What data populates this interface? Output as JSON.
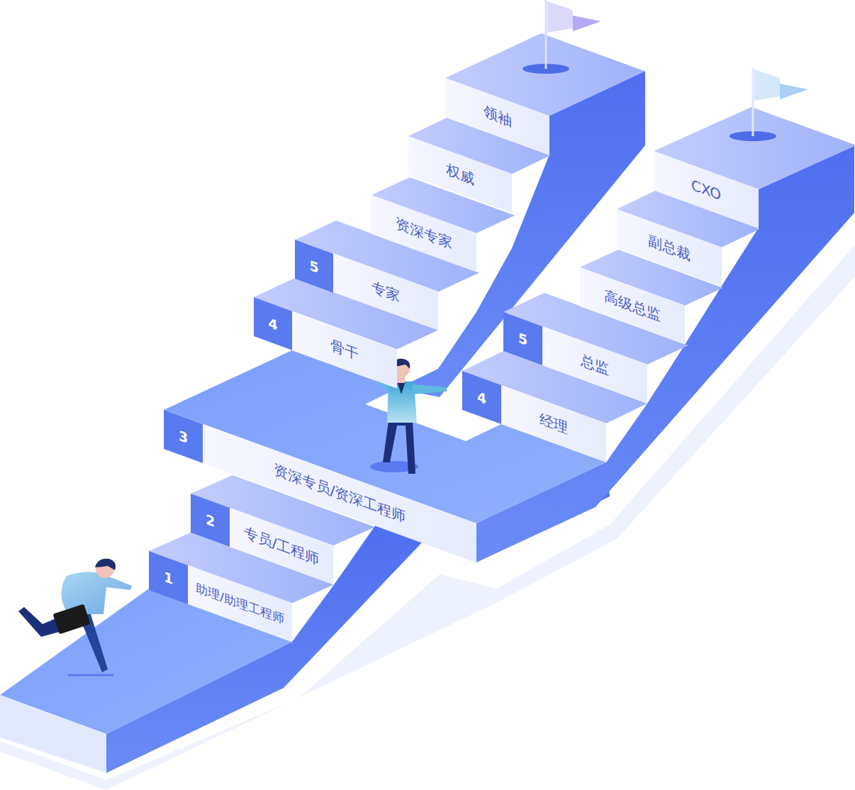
{
  "diagram": {
    "nodes": [
      {
        "text": [
          "1"
        ]
      },
      {
        "text": [
          "助理/助理工程师"
        ]
      },
      {
        "text": [
          "2"
        ]
      },
      {
        "text": [
          "专员/工程师"
        ]
      },
      {
        "text": [
          "3"
        ]
      },
      {
        "text": [
          "资深专员/资深工程师"
        ]
      },
      {
        "text": [
          "4"
        ]
      },
      {
        "text": [
          "骨干"
        ]
      },
      {
        "text": [
          "5"
        ]
      },
      {
        "text": [
          "专家"
        ]
      },
      {
        "text": [
          "资深专家"
        ]
      },
      {
        "text": [
          "权威"
        ]
      },
      {
        "text": [
          "领袖"
        ]
      },
      {
        "text": [
          "4"
        ]
      },
      {
        "text": [
          "经理"
        ]
      },
      {
        "text": [
          "5"
        ]
      },
      {
        "text": [
          "总监"
        ]
      },
      {
        "text": [
          "高级总监"
        ]
      },
      {
        "text": [
          "副总裁"
        ]
      },
      {
        "text": [
          "CXO"
        ]
      }
    ]
  }
}
